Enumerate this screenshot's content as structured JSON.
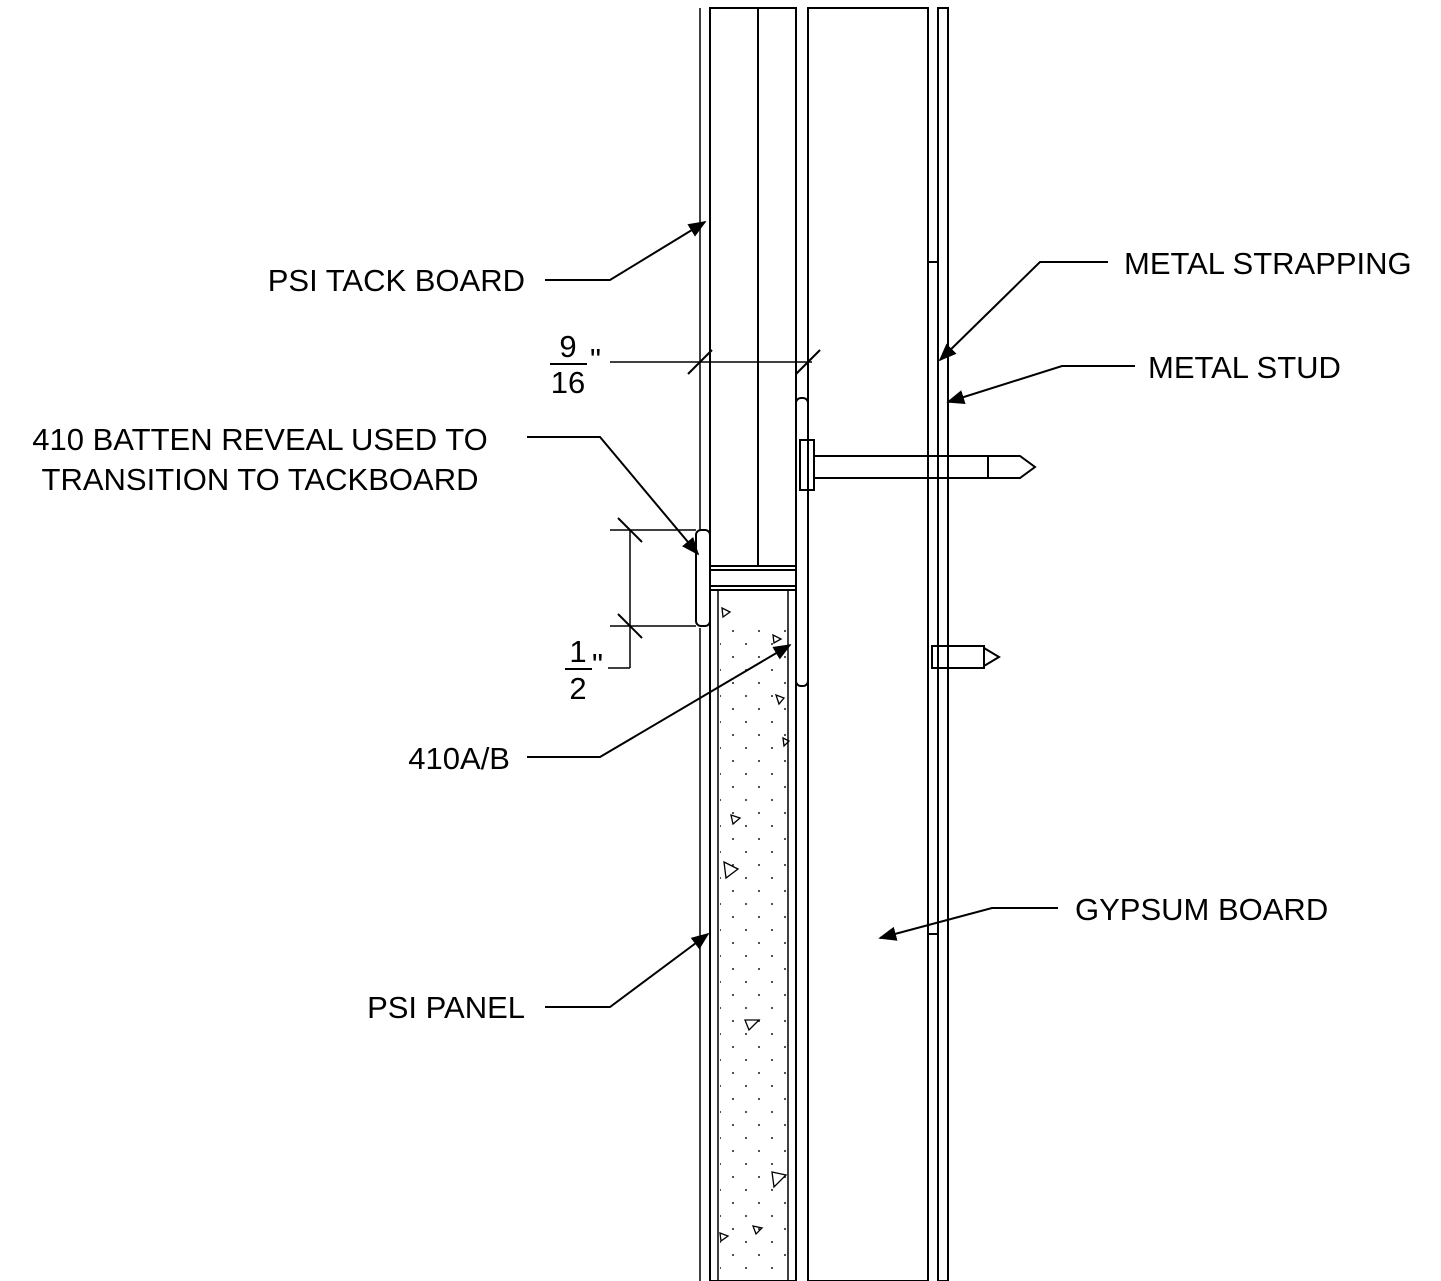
{
  "labels": {
    "tack_board": "PSI TACK BOARD",
    "metal_strapping": "METAL STRAPPING",
    "metal_stud": "METAL STUD",
    "batten_line1": "410 BATTEN REVEAL USED TO",
    "batten_line2": "TRANSITION TO TACKBOARD",
    "part_number": "410A/B",
    "gypsum_board": "GYPSUM BOARD",
    "psi_panel": "PSI PANEL"
  },
  "dimensions": {
    "top": {
      "numerator": "9",
      "denominator": "16",
      "unit": "\""
    },
    "bottom": {
      "numerator": "1",
      "denominator": "2",
      "unit": "\""
    }
  }
}
